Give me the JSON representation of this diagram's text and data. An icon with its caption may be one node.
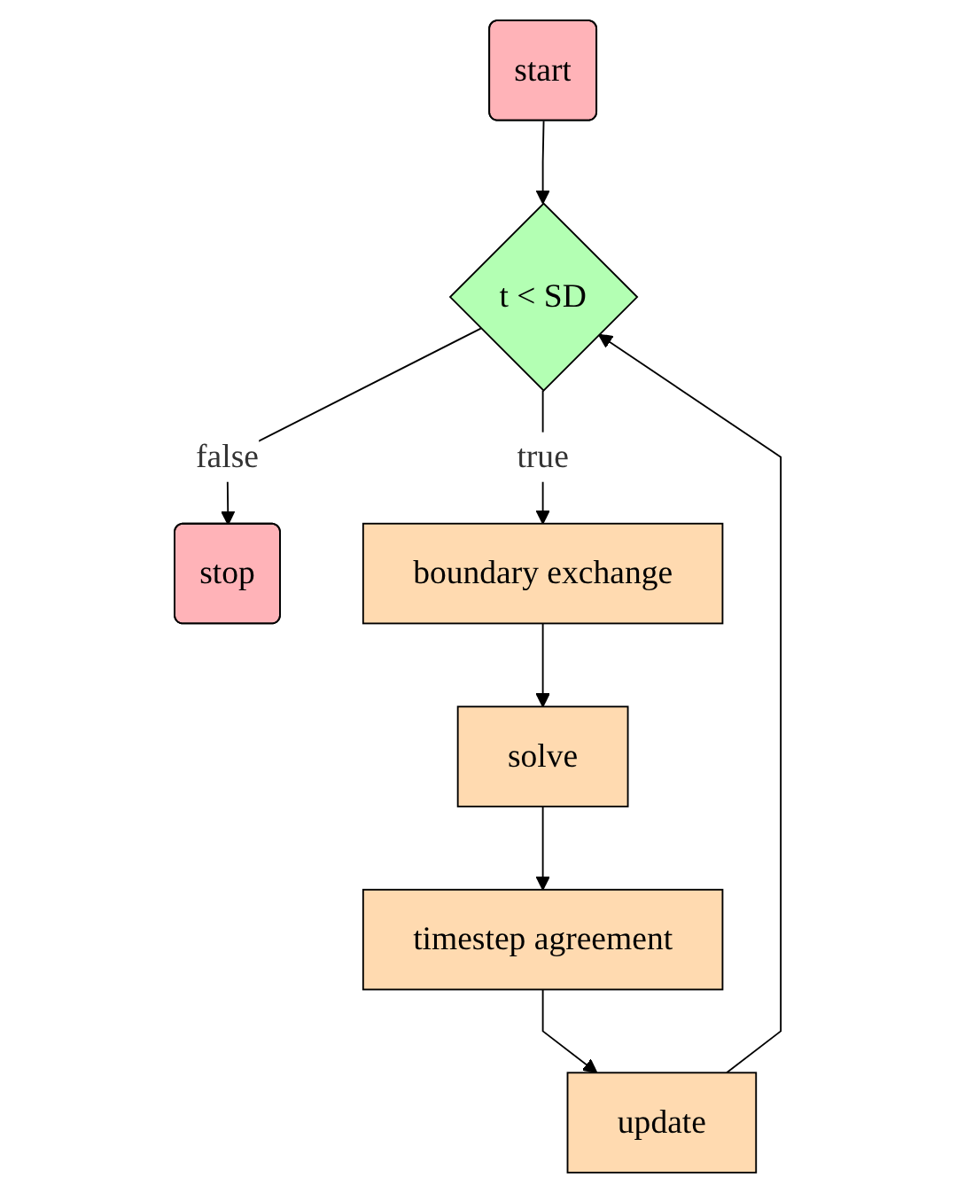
{
  "diagram": {
    "nodes": [
      {
        "text": [
          "start"
        ]
      },
      {
        "text": [
          "t < SD"
        ]
      },
      {
        "text": [
          "stop"
        ]
      },
      {
        "text": [
          "boundary exchange"
        ]
      },
      {
        "text": [
          "solve"
        ]
      },
      {
        "text": [
          "timestep agreement"
        ]
      },
      {
        "text": [
          "update"
        ]
      }
    ],
    "edges": [
      {
        "from": 0,
        "to": 1,
        "arrow": "to"
      },
      {
        "from": 1,
        "to": 2,
        "label": "false",
        "arrow": "to"
      },
      {
        "from": 1,
        "to": 3,
        "label": "true",
        "arrow": "to"
      },
      {
        "from": 3,
        "to": 4,
        "arrow": "to"
      },
      {
        "from": 4,
        "to": 5,
        "arrow": "to"
      },
      {
        "from": 5,
        "to": 6,
        "arrow": "to"
      },
      {
        "from": 6,
        "to": 1,
        "arrow": "to"
      }
    ]
  }
}
